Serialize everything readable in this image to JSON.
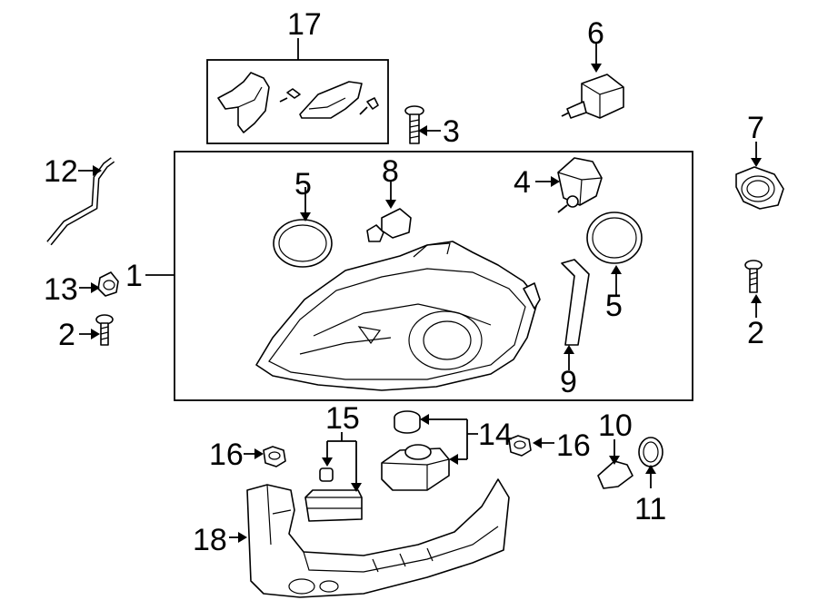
{
  "callouts": {
    "c1": "1",
    "c2a": "2",
    "c2b": "2",
    "c3": "3",
    "c4": "4",
    "c5a": "5",
    "c5b": "5",
    "c6": "6",
    "c7": "7",
    "c8": "8",
    "c9": "9",
    "c10": "10",
    "c11": "11",
    "c12": "12",
    "c13": "13",
    "c14": "14",
    "c15": "15",
    "c16a": "16",
    "c16b": "16",
    "c17": "17",
    "c18": "18"
  },
  "parts": [
    "headlamp-assembly-icon",
    "screw-icon",
    "bolt-icon",
    "leveling-motor-icon",
    "seal-cap-icon",
    "xenon-bulb-icon",
    "retaining-ring-icon",
    "bulb-socket-icon",
    "trim-strip-icon",
    "wedge-bulb-icon",
    "socket-icon",
    "washer-hose-icon",
    "grommet-icon",
    "ballast-icon",
    "control-module-icon",
    "nut-icon",
    "bracket-kit-icon",
    "mounting-bracket-icon"
  ]
}
